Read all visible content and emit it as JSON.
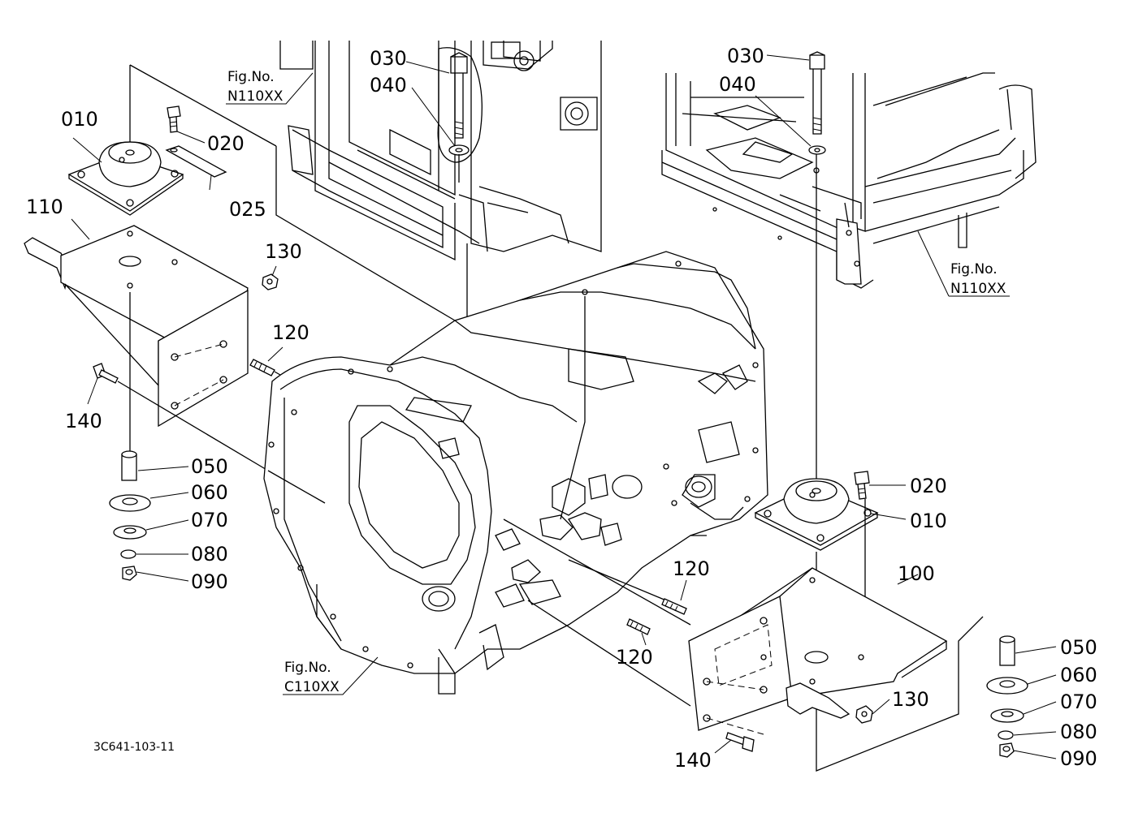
{
  "callouts": {
    "c030_left": "030",
    "c040_left": "040",
    "c010_left": "010",
    "c020_left": "020",
    "c025": "025",
    "c110": "110",
    "c130_left": "130",
    "c120_left": "120",
    "c140_left": "140",
    "c050_left": "050",
    "c060_left": "060",
    "c070_left": "070",
    "c080_left": "080",
    "c090_left": "090",
    "c030_right": "030",
    "c040_right": "040",
    "c020_right": "020",
    "c010_right": "010",
    "c100": "100",
    "c120_mid": "120",
    "c120_low": "120",
    "c130_right": "130",
    "c140_right": "140",
    "c050_right": "050",
    "c060_right": "060",
    "c070_right": "070",
    "c080_right": "080",
    "c090_right": "090"
  },
  "figure_refs": {
    "top_left": {
      "label": "Fig.No.",
      "number": "N110XX"
    },
    "top_right": {
      "label": "Fig.No.",
      "number": "N110XX"
    },
    "bottom": {
      "label": "Fig.No.",
      "number": "C110XX"
    }
  },
  "drawing_number": "3C641-103-11"
}
